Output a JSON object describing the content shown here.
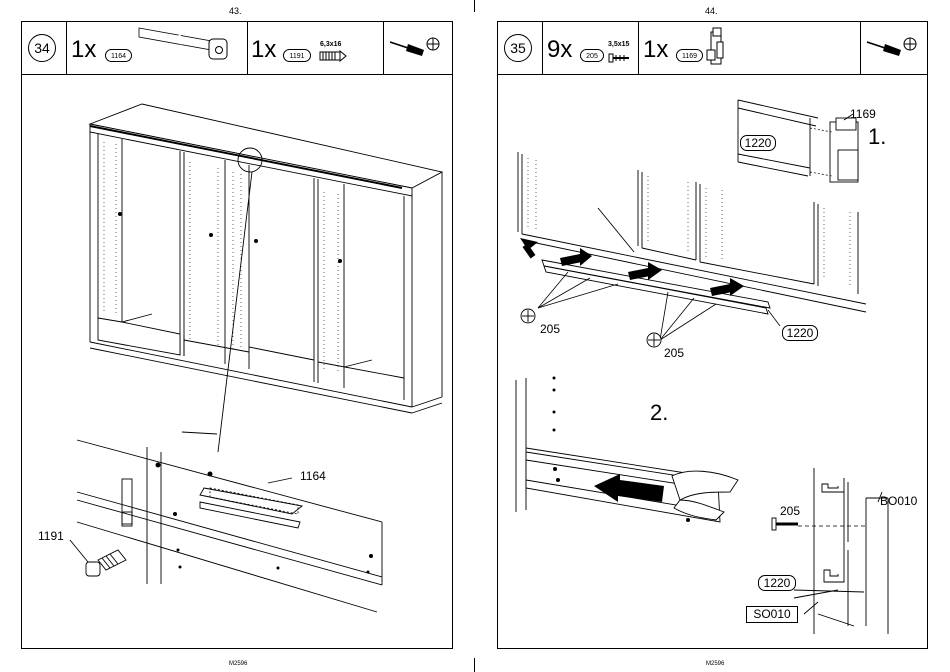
{
  "left_page": {
    "page_number": "43.",
    "footer": "M2596",
    "step": "34",
    "parts": [
      {
        "qty": "1x",
        "code": "1164",
        "size": ""
      },
      {
        "qty": "1x",
        "code": "1191",
        "size": "6,3x16"
      }
    ],
    "labels": {
      "part_rail": "1164",
      "part_screw": "1191"
    },
    "icons": [
      "screwdriver-icon",
      "phillips-head-icon"
    ]
  },
  "right_page": {
    "page_number": "44.",
    "footer": "M2596",
    "step": "35",
    "parts": [
      {
        "qty": "9x",
        "code": "205",
        "size": "3,5x15"
      },
      {
        "qty": "1x",
        "code": "1169",
        "size": ""
      }
    ],
    "labels": {
      "clip_code": "1169",
      "stage_one": "1.",
      "stage_two": "2.",
      "rail_code_top": "1220",
      "rail_code_main": "1220",
      "screw_left": "205",
      "screw_right": "205",
      "detail_screw": "205",
      "detail_bo": "BO010",
      "detail_rail": "1220",
      "detail_so": "SO010"
    },
    "icons": [
      "screwdriver-icon",
      "phillips-head-icon"
    ]
  }
}
